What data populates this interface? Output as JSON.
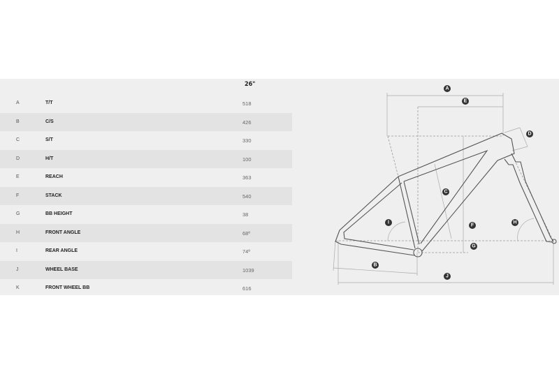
{
  "table": {
    "size_header": "26\"",
    "rows": [
      {
        "key": "A",
        "name": "T/T",
        "value": "518"
      },
      {
        "key": "B",
        "name": "C/S",
        "value": "426"
      },
      {
        "key": "C",
        "name": "S/T",
        "value": "330"
      },
      {
        "key": "D",
        "name": "H/T",
        "value": "100"
      },
      {
        "key": "E",
        "name": "REACH",
        "value": "363"
      },
      {
        "key": "F",
        "name": "STACK",
        "value": "540"
      },
      {
        "key": "G",
        "name": "BB HEIGHT",
        "value": "38"
      },
      {
        "key": "H",
        "name": "FRONT ANGLE",
        "value": "68º"
      },
      {
        "key": "I",
        "name": "REAR ANGLE",
        "value": "74º"
      },
      {
        "key": "J",
        "name": "WHEEL BASE",
        "value": "1039"
      },
      {
        "key": "K",
        "name": "FRONT WHEEL BB",
        "value": "616"
      }
    ]
  },
  "diagram": {
    "labels": {
      "A": "A",
      "B": "B",
      "C": "C",
      "D": "D",
      "E": "E",
      "F": "F",
      "G": "G",
      "H": "H",
      "I": "I",
      "J": "J"
    }
  }
}
